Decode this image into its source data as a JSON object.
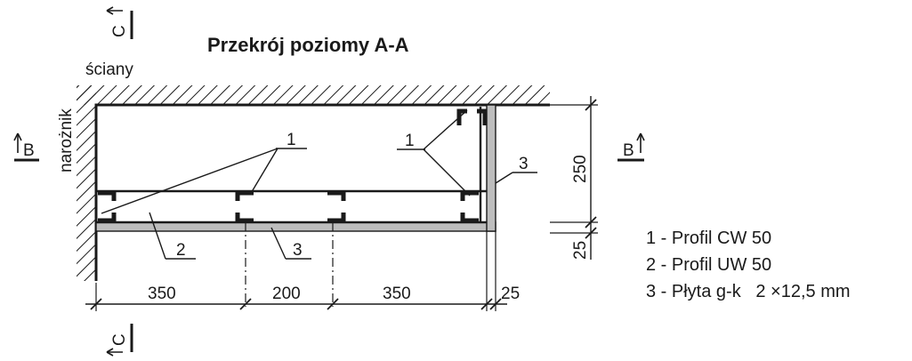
{
  "title": "Przekrój poziomy A-A",
  "wall_labels": {
    "top": "ściany",
    "left": "narożnik"
  },
  "section_marks": {
    "c_top": "C",
    "c_bottom": "C",
    "b_left": "B",
    "b_right": "B"
  },
  "callouts": {
    "left_group": "1",
    "right_group": "1",
    "profile_uw": "2",
    "board_bottom": "3",
    "board_right": "3"
  },
  "dimensions": {
    "horizontal": [
      "350",
      "200",
      "350",
      "25"
    ],
    "vertical": [
      "250",
      "25"
    ]
  },
  "legend": [
    "1 - Profil CW 50",
    "2 - Profil UW 50",
    "3 - Płyta g-k   2 ×12,5 mm"
  ],
  "colors": {
    "ink": "#1a1a1a",
    "board": "#bdbdbd",
    "background": "#ffffff"
  }
}
